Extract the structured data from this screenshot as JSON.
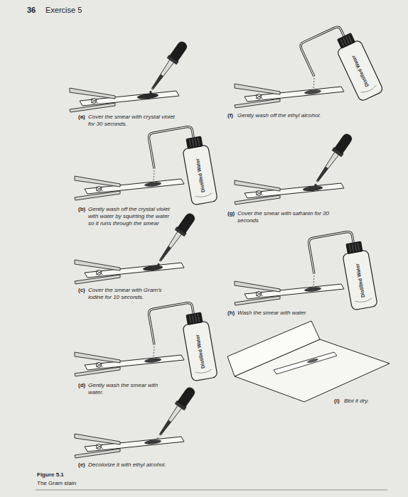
{
  "diagram": {
    "labels": [
      "36",
      "Exercise 5",
      "Distilled Water",
      "(a)",
      "Cover the smear with crystal violet for 30 seconds.",
      "Distilled Water",
      "(f)",
      "Gently wash off the ethyl alcohol.",
      "(b)",
      "Gently wash off the crystal violet with water by squirting the water so it runs through the smear",
      "(g)",
      "Cover the smear with safranin for 30 seconds",
      "Distilled Water",
      "(c)",
      "Cover the smear with Gram's iodine for 10 seconds.",
      "(h)",
      "Wash the smear with water",
      "Distilled Water",
      "(d)",
      "Gently wash the smear with water.",
      "(i)",
      "Blot it dry.",
      "(e)",
      "Decolorize it with ethyl alcohol.",
      "Figure 5.1",
      "The Gram stain"
    ]
  }
}
